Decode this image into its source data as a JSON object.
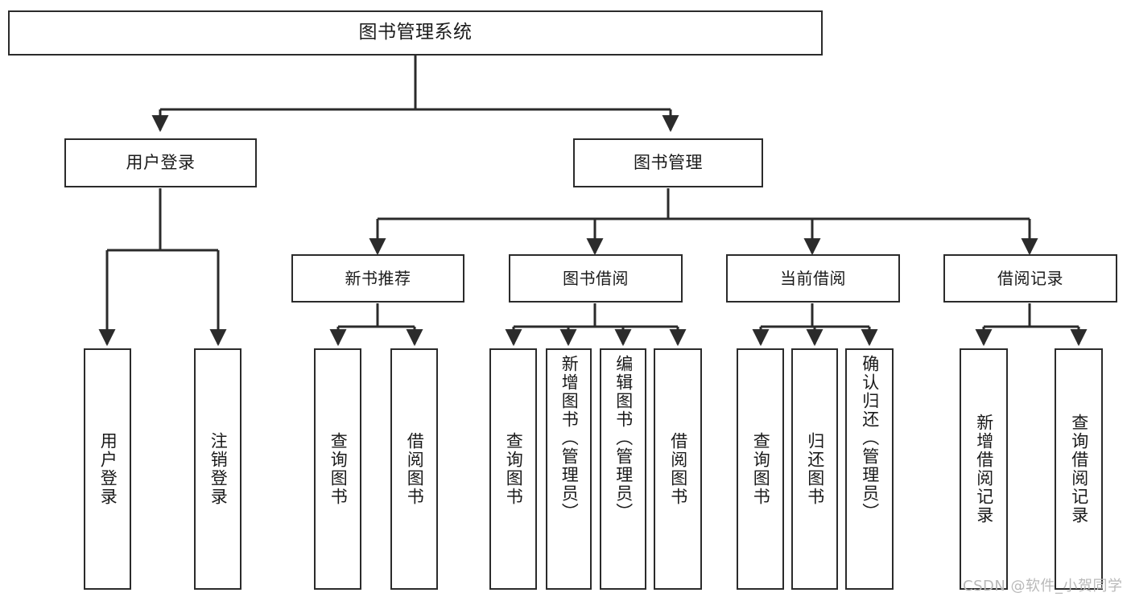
{
  "diagram": {
    "title": "图书管理系统",
    "watermark": "CSDN @软件_小贺同学",
    "colors": {
      "stroke": "#2b2b2b",
      "background": "#ffffff",
      "text": "#1a1a1a",
      "watermark": "#b9b9b9"
    },
    "root": {
      "label": "图书管理系统"
    },
    "level1": [
      {
        "label": "用户登录"
      },
      {
        "label": "图书管理"
      }
    ],
    "level2": [
      {
        "label": "新书推荐"
      },
      {
        "label": "图书借阅"
      },
      {
        "label": "当前借阅"
      },
      {
        "label": "借阅记录"
      }
    ],
    "leaves": {
      "user_login": [
        {
          "label": "用户登录"
        },
        {
          "label": "注销登录"
        }
      ],
      "new_books": [
        {
          "label": "查询图书"
        },
        {
          "label": "借阅图书"
        }
      ],
      "book_borrow": [
        {
          "label": "查询图书"
        },
        {
          "label": "新增图书（管理员）"
        },
        {
          "label": "编辑图书（管理员）"
        },
        {
          "label": "借阅图书"
        }
      ],
      "current_borrow": [
        {
          "label": "查询图书"
        },
        {
          "label": "归还图书"
        },
        {
          "label": "确认归还（管理员）"
        }
      ],
      "borrow_records": [
        {
          "label": "新增借阅记录"
        },
        {
          "label": "查询借阅记录"
        }
      ]
    }
  }
}
